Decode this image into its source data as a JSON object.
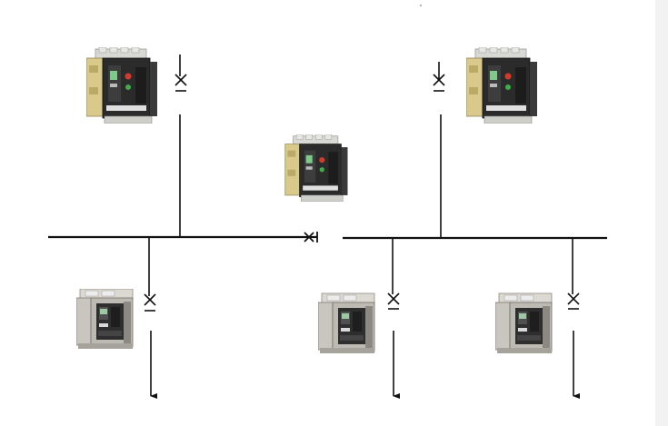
{
  "diagram": {
    "kind": "single-line busbar diagram",
    "busbar_sections": [
      "left-busbar",
      "right-busbar"
    ],
    "breaker_images": [
      {
        "id": "incomer-left",
        "style": "air-circuit-breaker-yellow-frame"
      },
      {
        "id": "incomer-right",
        "style": "air-circuit-breaker-yellow-frame"
      },
      {
        "id": "bus-coupler",
        "style": "air-circuit-breaker-yellow-frame"
      },
      {
        "id": "feeder-1",
        "style": "moulded-case-breaker-grey"
      },
      {
        "id": "feeder-2",
        "style": "moulded-case-breaker-grey"
      },
      {
        "id": "feeder-3",
        "style": "moulded-case-breaker-grey"
      }
    ],
    "colors": {
      "line": "#111111",
      "frame_yellow": "#d9c98a",
      "breaker_dark": "#2b2b2b",
      "breaker_grey": "#c9c6c0",
      "red_indicator": "#d33a2c",
      "green_indicator": "#3fae49"
    }
  }
}
